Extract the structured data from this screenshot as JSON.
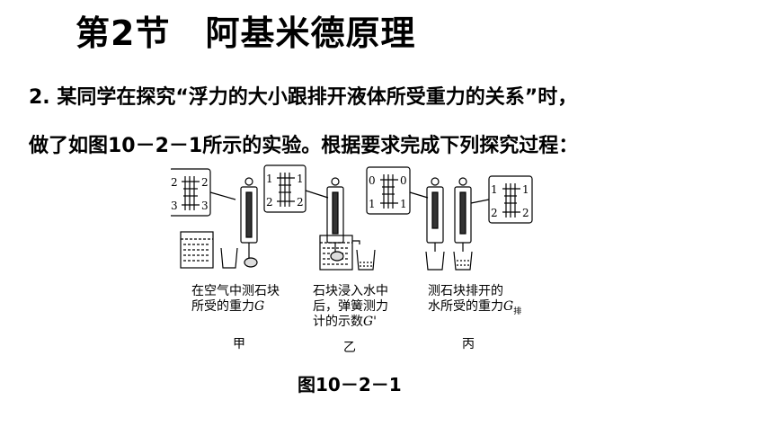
{
  "title": "第2节　阿基米德原理",
  "question": {
    "line1": "2. 某同学在探究“浮力的大小跟排开液体所受重力的关系”时，",
    "line2": "做了如图10－2－1所示的实验。根据要求完成下列探究过程："
  },
  "figure": {
    "panels": [
      {
        "caption_l1": "在空气中测石块",
        "caption_l2_a": "所受的重力",
        "caption_l2_var": "G",
        "label": "甲"
      },
      {
        "caption_l1": "石块浸入水中",
        "caption_l2": "后，弹簧测力",
        "caption_l3_a": "计的示数",
        "caption_l3_var": "G'",
        "label": "乙"
      },
      {
        "caption_l1": "测石块排开的",
        "caption_l2_a": "水所受的重力",
        "caption_l2_var": "G",
        "caption_l2_sub": "排",
        "label": "丙"
      }
    ],
    "zoom_scales": [
      {
        "top": "2",
        "bottom": "3"
      },
      {
        "top": "1",
        "bottom": "2"
      },
      {
        "top": "0",
        "bottom": "1"
      },
      {
        "top": "1",
        "bottom": "2"
      }
    ],
    "caption": "图10－2－1"
  }
}
